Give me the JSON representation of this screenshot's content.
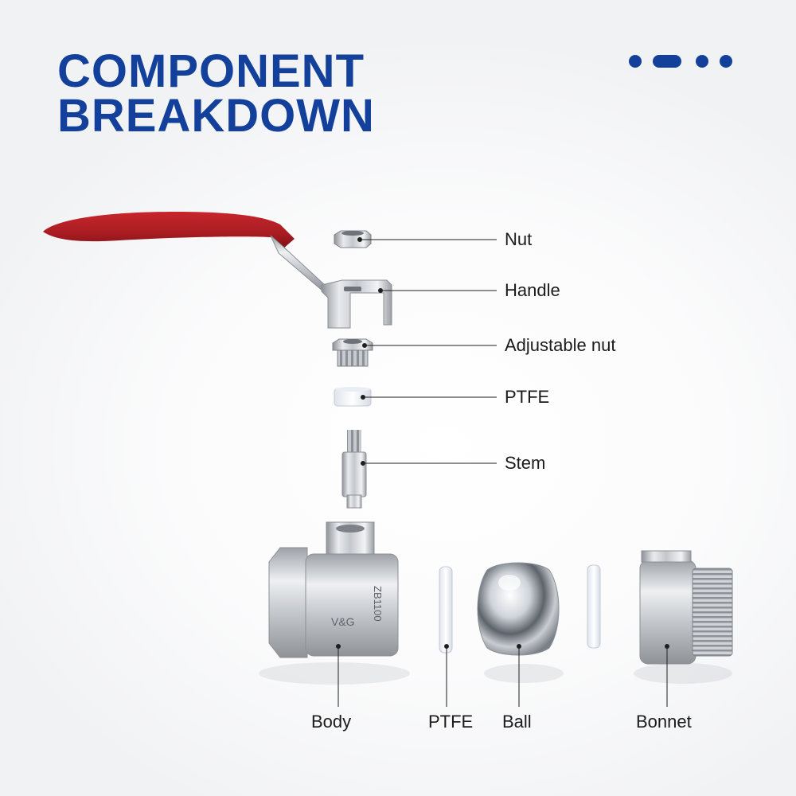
{
  "title": {
    "line1": "COMPONENT",
    "line2": "BREAKDOWN"
  },
  "colors": {
    "brand": "#12409a",
    "handle_grip": "#b01e24",
    "metal": "#c9ccd1",
    "ptfe": "#f4f6fb"
  },
  "labels": {
    "nut": "Nut",
    "handle": "Handle",
    "adjustable_nut": "Adjustable nut",
    "ptfe_top": "PTFE",
    "stem": "Stem",
    "body": "Body",
    "ptfe_bottom": "PTFE",
    "ball": "Ball",
    "bonnet": "Bonnet"
  },
  "body_markings": {
    "brand": "V&G",
    "code": "ZB1100"
  }
}
